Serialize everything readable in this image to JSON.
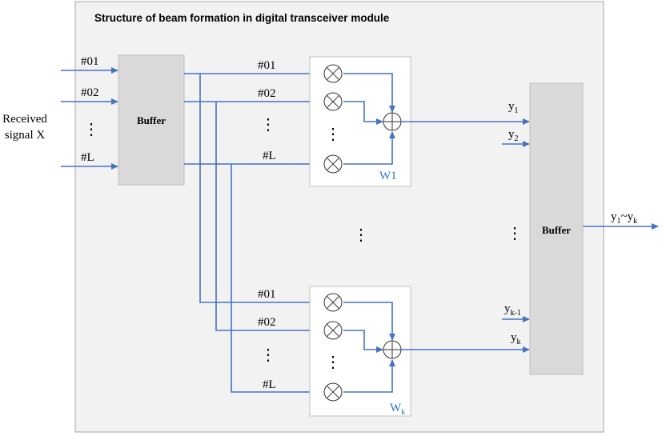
{
  "diagram": {
    "title": "Structure of beam formation in digital transceiver module",
    "input_label_line1": "Received",
    "input_label_line2": "signal X",
    "input_channels": [
      "#01",
      "#02",
      "#L"
    ],
    "input_buffer_label": "Buffer",
    "output_buffer_label": "Buffer",
    "weight_block_top": "W1",
    "weight_block_bottom": {
      "base": "W",
      "sub": "k"
    },
    "output_label": {
      "y": "y",
      "sub1": "1",
      "sep": "~y",
      "sub2": "k"
    },
    "buffer_inputs_top": [
      {
        "base": "y",
        "sub": "1"
      },
      {
        "base": "y",
        "sub": "2"
      }
    ],
    "buffer_inputs_bottom": [
      {
        "base": "y",
        "sub": "k-1"
      },
      {
        "base": "y",
        "sub": "k"
      }
    ],
    "ellipsis": "⋮",
    "colors": {
      "line": "#4472C4",
      "weight_label": "#2E75D6",
      "panel_bg": "#F2F2F2",
      "panel_border": "#A6A6A6",
      "buffer_fill": "#D9D9D9",
      "buffer_border": "#BFBFBF"
    }
  }
}
